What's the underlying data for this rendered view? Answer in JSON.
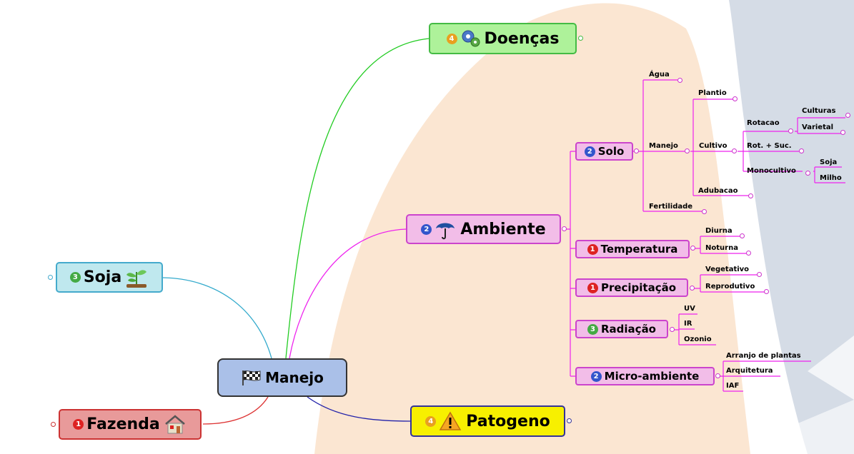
{
  "colors": {
    "bg_orange": "#fbe6d2",
    "bg_gray": "#d5dce6",
    "magenta": "#ee22ee",
    "green_link": "#22cc22",
    "teal_link": "#33aacc",
    "red_link": "#dd3333",
    "navy_link": "#2222aa"
  },
  "central": {
    "label": "Manejo",
    "icon": "checkered-flag-icon"
  },
  "branches": {
    "doencas": {
      "label": "Doenças",
      "priority": "4",
      "icon": "gears-icon"
    },
    "ambiente": {
      "label": "Ambiente",
      "priority": "2",
      "icon": "umbrella-icon"
    },
    "soja": {
      "label": "Soja",
      "priority": "3",
      "icon": "seedling-icon"
    },
    "fazenda": {
      "label": "Fazenda",
      "priority": "1",
      "icon": "house-icon"
    },
    "patogeno": {
      "label": "Patogeno",
      "priority": "4",
      "icon": "warning-icon"
    }
  },
  "ambiente": {
    "solo": {
      "label": "Solo",
      "priority": "2"
    },
    "temperatura": {
      "label": "Temperatura",
      "priority": "1"
    },
    "precipitacao": {
      "label": "Precipitação",
      "priority": "1"
    },
    "radiacao": {
      "label": "Radiação",
      "priority": "3"
    },
    "micro": {
      "label": "Micro-ambiente",
      "priority": "2"
    }
  },
  "solo": {
    "agua": "Água",
    "manejo": "Manejo",
    "fertilidade": "Fertilidade",
    "plantio": "Plantio",
    "cultivo": "Cultivo",
    "adubacao": "Adubacao",
    "rotacao": "Rotacao",
    "rot_suc": "Rot. + Suc.",
    "monocultivo": "Monocultivo",
    "culturas": "Culturas",
    "varietal": "Varietal",
    "soja": "Soja",
    "milho": "Milho"
  },
  "temperatura": {
    "diurna": "Diurna",
    "noturna": "Noturna"
  },
  "precipitacao": {
    "vegetativo": "Vegetativo",
    "reprodutivo": "Reprodutivo"
  },
  "radiacao": {
    "uv": "UV",
    "ir": "IR",
    "ozonio": "Ozonio"
  },
  "micro": {
    "arranjo": "Arranjo de plantas",
    "arquitetura": "Arquitetura",
    "iaf": "IAF"
  }
}
